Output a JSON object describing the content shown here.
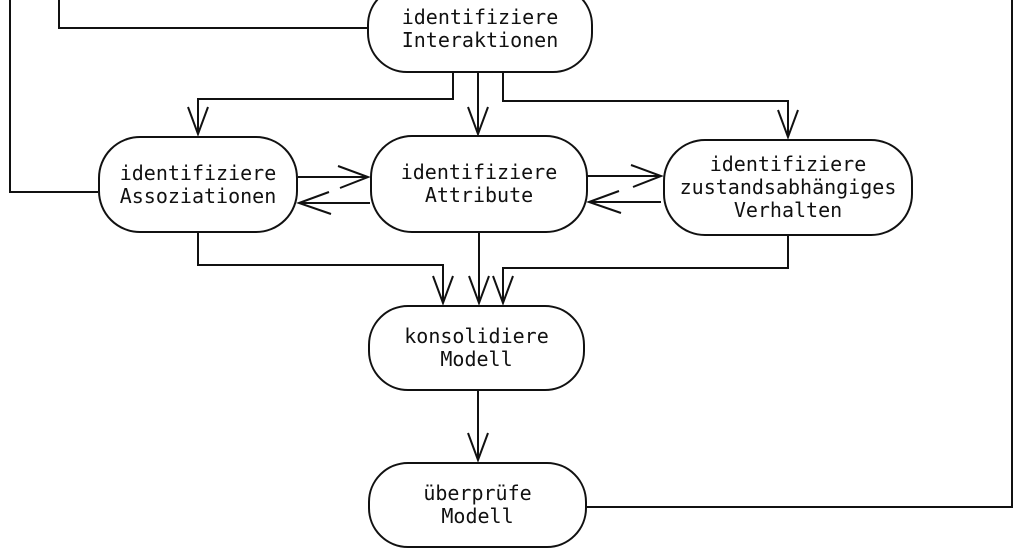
{
  "diagram": {
    "type": "flowchart",
    "language": "de",
    "colors": {
      "background": "#ffffff",
      "line": "#111111",
      "text": "#111111"
    },
    "nodes": [
      {
        "id": "identifiziere-interaktionen",
        "lines": [
          "identifiziere",
          "Interaktionen"
        ]
      },
      {
        "id": "identifiziere-assoziationen",
        "lines": [
          "identifiziere",
          "Assoziationen"
        ]
      },
      {
        "id": "identifiziere-attribute",
        "lines": [
          "identifiziere",
          "Attribute"
        ]
      },
      {
        "id": "identifiziere-zustandsabhaengiges-verhalten",
        "lines": [
          "identifiziere",
          "zustandsabhängiges",
          "Verhalten"
        ]
      },
      {
        "id": "konsolidiere-modell",
        "lines": [
          "konsolidiere",
          "Modell"
        ]
      },
      {
        "id": "ueberpruefe-modell",
        "lines": [
          "überprüfe",
          "Modell"
        ]
      }
    ]
  }
}
